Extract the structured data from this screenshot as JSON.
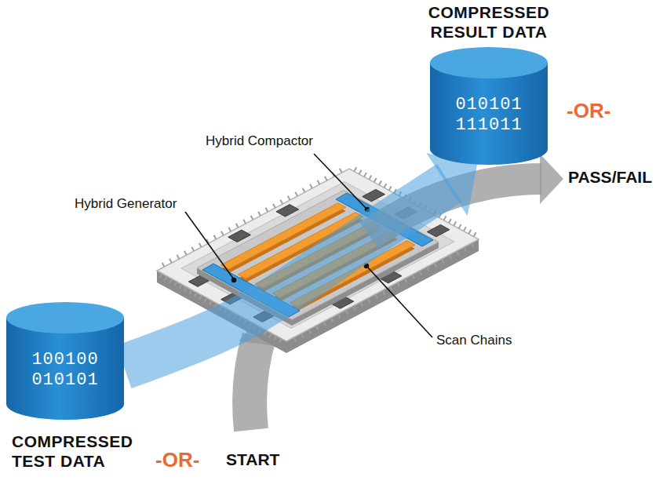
{
  "diagram": {
    "nodes": [
      {
        "text": [
          "COMPRESSED RESULT DATA",
          "010101 111011"
        ]
      },
      {
        "text": [
          "COMPRESSED TEST DATA",
          "100100 010101"
        ]
      }
    ],
    "edges": [
      {
        "from": 1,
        "to": 0,
        "arrow": "to"
      }
    ],
    "labels": [
      "Hybrid Compactor",
      "-OR-",
      "PASS/FAIL",
      "Hybrid Generator",
      "Scan Chains",
      "-OR-",
      "START"
    ]
  }
}
